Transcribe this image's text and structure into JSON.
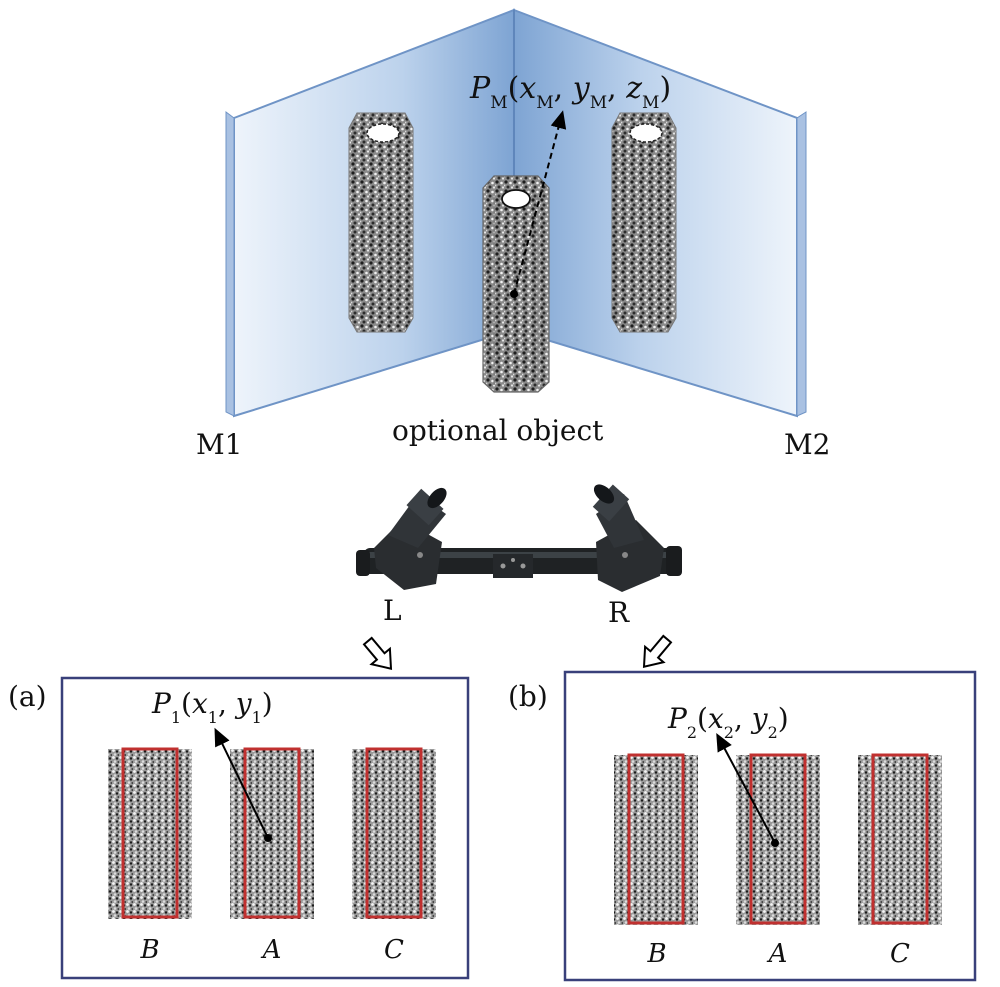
{
  "mirrors": {
    "left_label": "M1",
    "right_label": "M2"
  },
  "object": {
    "caption": "optional object",
    "point": {
      "symbol": "P",
      "sub": "M",
      "coords": [
        [
          "x",
          "M"
        ],
        [
          "y",
          "M"
        ],
        [
          "z",
          "M"
        ]
      ]
    }
  },
  "cameras": {
    "left_label": "L",
    "right_label": "R"
  },
  "panels": [
    {
      "id": "a",
      "label": "(a)",
      "point": {
        "symbol": "P",
        "sub": "1",
        "coords": [
          [
            "x",
            "1"
          ],
          [
            "y",
            "1"
          ]
        ]
      },
      "views": [
        "B",
        "A",
        "C"
      ]
    },
    {
      "id": "b",
      "label": "(b)",
      "point": {
        "symbol": "P",
        "sub": "2",
        "coords": [
          [
            "x",
            "2"
          ],
          [
            "y",
            "2"
          ]
        ]
      },
      "views": [
        "B",
        "A",
        "C"
      ]
    }
  ],
  "colors": {
    "mirror_blue": "#8fb3dd",
    "panel_border": "#39407a",
    "roi_red": "#c0302f",
    "speckle_dark": "#1e1e1e",
    "speckle_light": "#f2f2f2"
  }
}
